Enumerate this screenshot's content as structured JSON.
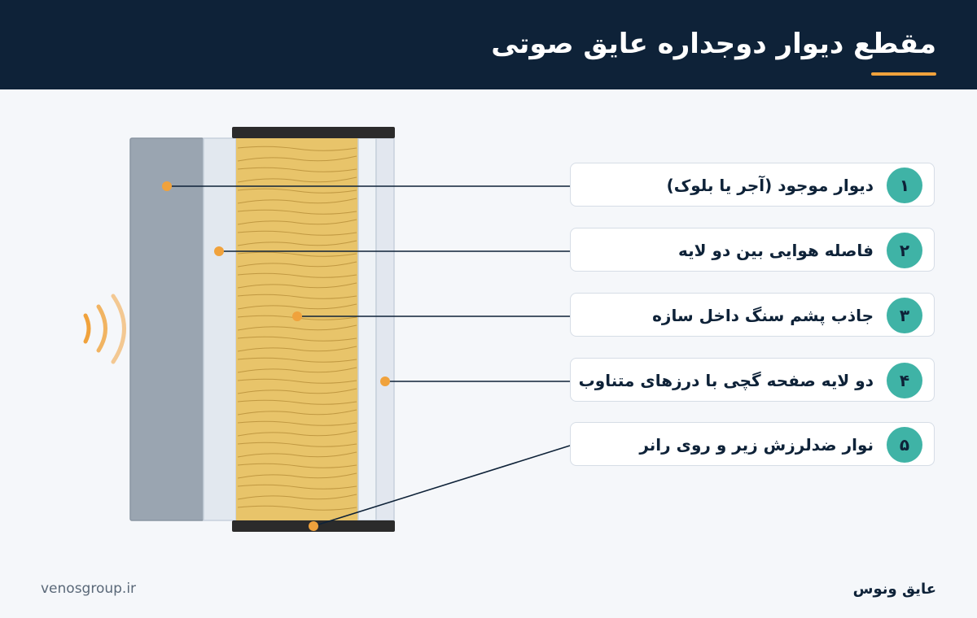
{
  "header": {
    "title": "مقطع دیوار دوجداره عایق صوتی"
  },
  "colors": {
    "header_bg": "#0e2238",
    "accent": "#f0a23c",
    "badge": "#3fb3a6",
    "wall": "#9aa5b1",
    "air_gap": "#e2e8ef",
    "wool": "#e8c46a",
    "gypsum": "#e6ebf2",
    "rail": "#2b2b2b"
  },
  "icons": {
    "sound": "sound-waves-icon"
  },
  "labels": [
    {
      "number": "۱",
      "text": "دیوار موجود (آجر یا بلوک)"
    },
    {
      "number": "۲",
      "text": "فاصله هوایی بین دو لایه"
    },
    {
      "number": "۳",
      "text": "جاذب پشم سنگ داخل سازه"
    },
    {
      "number": "۴",
      "text": "دو لایه صفحه گچی با درزهای متناوب"
    },
    {
      "number": "۵",
      "text": "نوار ضدلرزش زیر و روی رانر"
    }
  ],
  "footer": {
    "website": "venosgroup.ir",
    "brand": "عایق ونوس"
  }
}
